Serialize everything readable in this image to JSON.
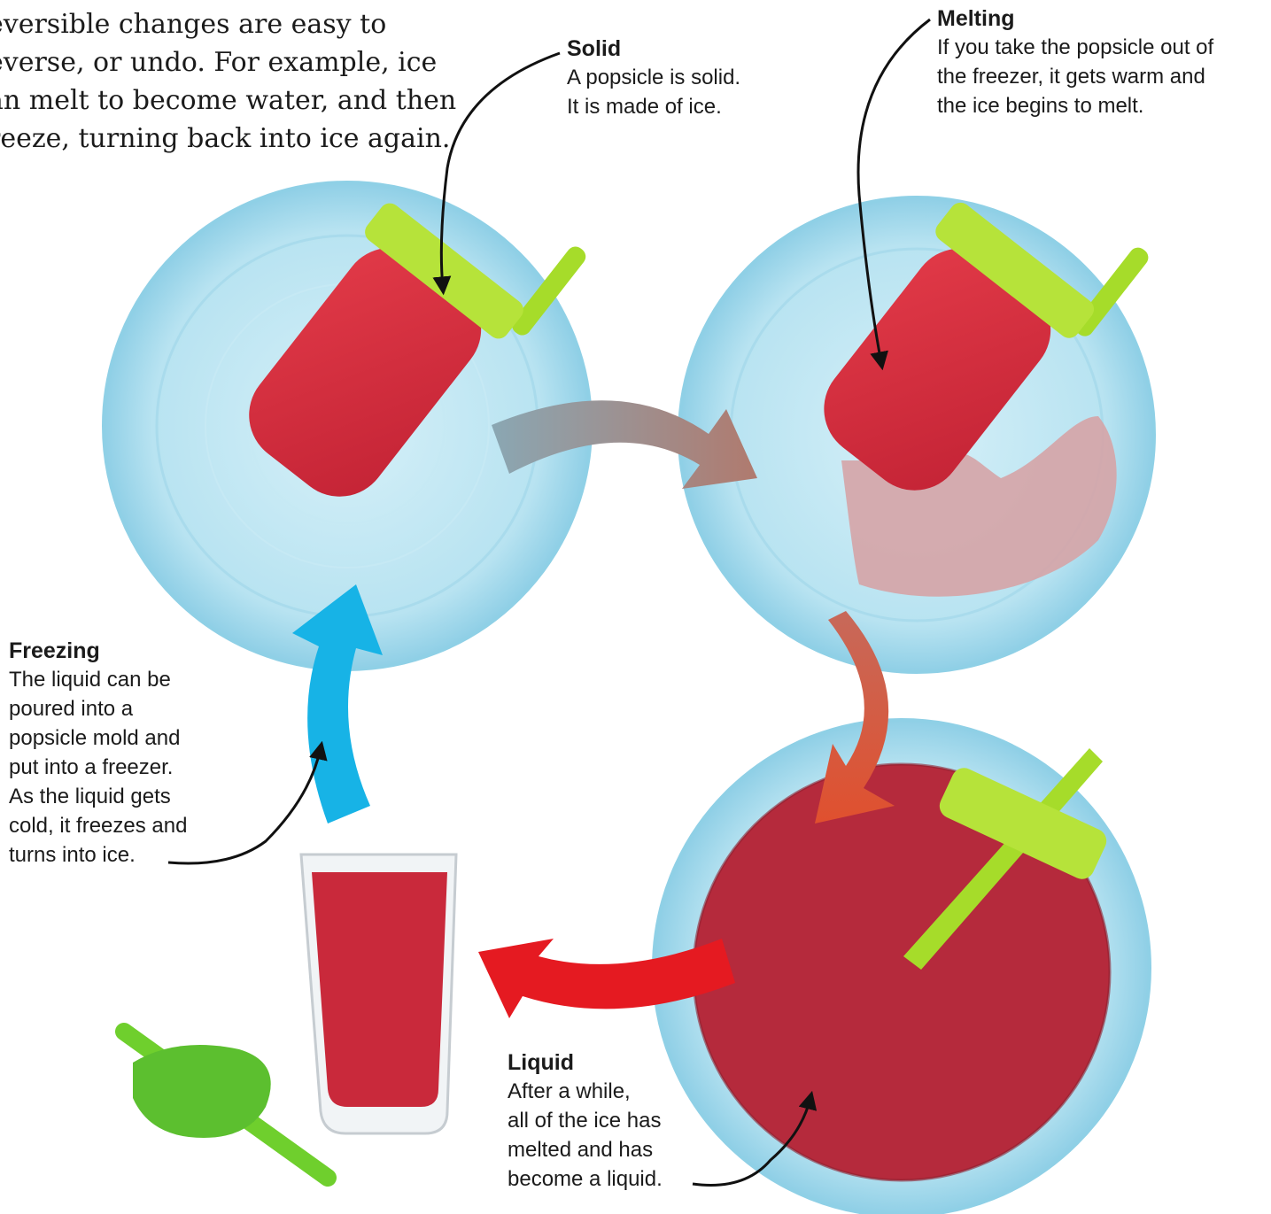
{
  "intro": {
    "lines": [
      "eversible changes are easy to",
      "everse, or undo. For example, ice",
      "an melt to become water, and then",
      "reeze, turning back into ice again."
    ]
  },
  "labels": {
    "solid": {
      "title": "Solid",
      "lines": [
        "A popsicle is solid.",
        "It is made of ice."
      ]
    },
    "melting": {
      "title": "Melting",
      "lines": [
        "If you take the popsicle out of",
        "the freezer, it gets warm and",
        "the ice begins to melt."
      ]
    },
    "freezing": {
      "title": "Freezing",
      "lines": [
        "The liquid can be",
        "poured into a",
        "popsicle mold and",
        "put into a freezer.",
        "As the liquid gets",
        "cold, it freezes and",
        "turns into ice."
      ]
    },
    "liquid": {
      "title": "Liquid",
      "lines": [
        "After a while,",
        "all of the ice has",
        "melted and has",
        "become a liquid."
      ]
    }
  },
  "colors": {
    "plate": "#bfe6f2",
    "plate_edge": "#8fd0e6",
    "popsicle": "#d3303f",
    "liquid": "#b52a3c",
    "melt": "#d5a5a8",
    "lid": "#a6dc2a",
    "arrow_melting_start": "#8aa7b3",
    "arrow_melting_end": "#b07a6e",
    "arrow_cooling_start": "#c7695a",
    "arrow_cooling_end": "#e0502e",
    "arrow_freezing": "#17b3e6",
    "arrow_pour": "#e51a21"
  }
}
